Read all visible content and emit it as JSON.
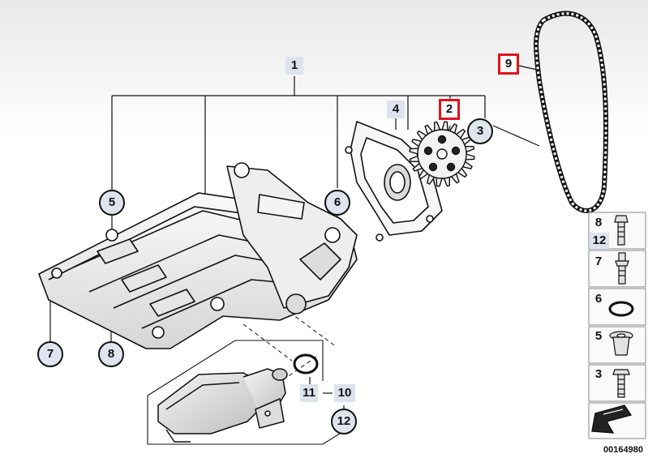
{
  "part_labels": {
    "p1": "1",
    "p2": "2",
    "p3": "3",
    "p4": "4",
    "p5": "5",
    "p6": "6",
    "p7": "7",
    "p8": "8",
    "p9": "9",
    "p10": "10",
    "p11": "11",
    "p12": "12"
  },
  "legend": {
    "rows": [
      {
        "numbers": [
          "8",
          "12"
        ],
        "icon": "bolt-icon"
      },
      {
        "numbers": [
          "7"
        ],
        "icon": "stud-bolt-icon"
      },
      {
        "numbers": [
          "6"
        ],
        "icon": "o-ring-icon"
      },
      {
        "numbers": [
          "5"
        ],
        "icon": "sleeve-icon"
      },
      {
        "numbers": [
          "3"
        ],
        "icon": "torx-bolt-icon"
      }
    ]
  },
  "document_id": "00164980",
  "highlight_color": "#e0141e",
  "label_fill": "#dde3ee"
}
